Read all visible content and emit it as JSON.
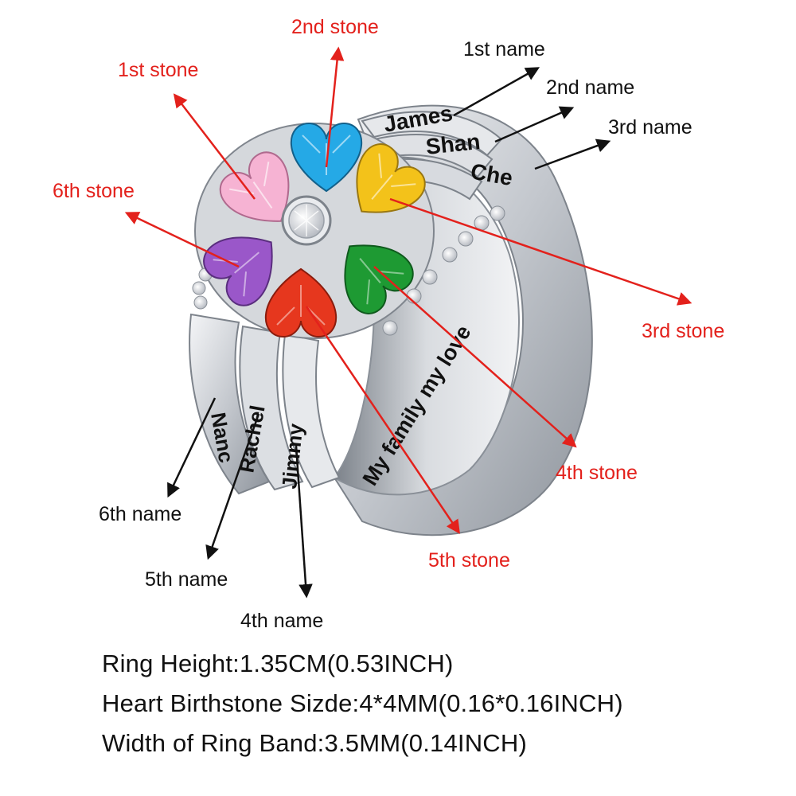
{
  "colors": {
    "stone_arrow": "#e3211c",
    "name_arrow": "#111111",
    "metal": "#c9ccd1",
    "stones": {
      "1st": "#f6b3d3",
      "2nd": "#25a9e6",
      "3rd": "#f3c21a",
      "4th": "#1e9a33",
      "5th": "#e6371e",
      "6th": "#9a57c9"
    }
  },
  "stone_labels": {
    "first": "1st stone",
    "second": "2nd stone",
    "third": "3rd stone",
    "fourth": "4th stone",
    "fifth": "5th stone",
    "sixth": "6th stone"
  },
  "name_labels": {
    "first": "1st name",
    "second": "2nd name",
    "third": "3rd name",
    "fourth": "4th name",
    "fifth": "5th name",
    "sixth": "6th name"
  },
  "engravings": {
    "band1": "James",
    "band2": "Shan",
    "band3": "Che",
    "band4": "Jimmy",
    "band5": "Rachel",
    "band6": "Nanc",
    "inside": "My family my love"
  },
  "specs": {
    "height": "Ring Height:1.35CM(0.53INCH)",
    "stone_size": "Heart Birthstone Sizde:4*4MM(0.16*0.16INCH)",
    "band_width": "Width of Ring Band:3.5MM(0.14INCH)"
  }
}
